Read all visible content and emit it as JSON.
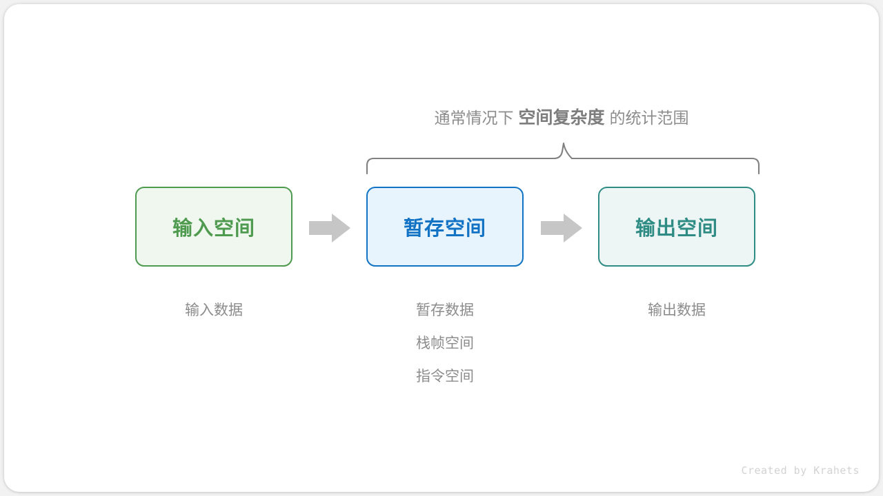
{
  "diagram": {
    "brace_title": {
      "prefix": "通常情况下",
      "emphasis": "空间复杂度",
      "suffix": "的统计范围"
    },
    "boxes": [
      {
        "label": "输入空间",
        "color": "#4e9a4e",
        "fill": "#eff7ef",
        "name": "input-space"
      },
      {
        "label": "暂存空间",
        "color": "#1273c4",
        "fill": "#e8f4fd",
        "name": "temp-space"
      },
      {
        "label": "输出空间",
        "color": "#2f8c85",
        "fill": "#edf6f4",
        "name": "output-space"
      }
    ],
    "arrows": [
      {
        "name": "arrow-input-to-temp",
        "color": "#c6c6c6"
      },
      {
        "name": "arrow-temp-to-output",
        "color": "#c6c6c6"
      }
    ],
    "captions": {
      "input": [
        "输入数据"
      ],
      "temp": [
        "暂存数据",
        "栈帧空间",
        "指令空间"
      ],
      "output": [
        "输出数据"
      ]
    },
    "brace_color": "#808080",
    "watermark": "Created by Krahets"
  }
}
